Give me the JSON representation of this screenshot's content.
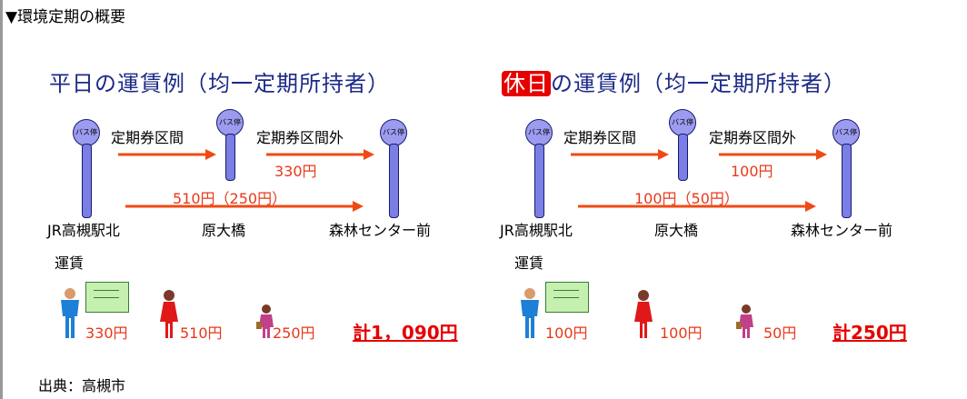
{
  "heading": "▼環境定期の概要",
  "source": "出典：高槻市",
  "panels": [
    {
      "title": "平日の運賃例（均一定期所持者）",
      "title_highlight": "",
      "title_rest": "平日の運賃例（均一定期所持者）",
      "stops": [
        "JR高槻駅北",
        "原大橋",
        "森林センター前"
      ],
      "stop_sign_text": "バス停",
      "seg1_label": "定期券区間",
      "seg2_label": "定期券区間外",
      "seg2_fare": "330円",
      "through_fare": "510円（250円）",
      "fare_heading": "運賃",
      "fares": [
        "330円",
        "510円",
        "250円"
      ],
      "total": "計1，090円"
    },
    {
      "title": "休日の運賃例（均一定期所持者）",
      "title_highlight": "休日",
      "title_rest": "の運賃例（均一定期所持者）",
      "stops": [
        "JR高槻駅北",
        "原大橋",
        "森林センター前"
      ],
      "stop_sign_text": "バス停",
      "seg1_label": "定期券区間",
      "seg2_label": "定期券区間外",
      "seg2_fare": "100円",
      "through_fare": "100円（50円）",
      "fare_heading": "運賃",
      "fares": [
        "100円",
        "100円",
        "50円"
      ],
      "total": "計250円"
    }
  ],
  "colors": {
    "title_blue": "#1c2a87",
    "fare_red": "#e8381a",
    "holiday_red": "#e60000",
    "pole_purple": "#7a7fe6"
  }
}
